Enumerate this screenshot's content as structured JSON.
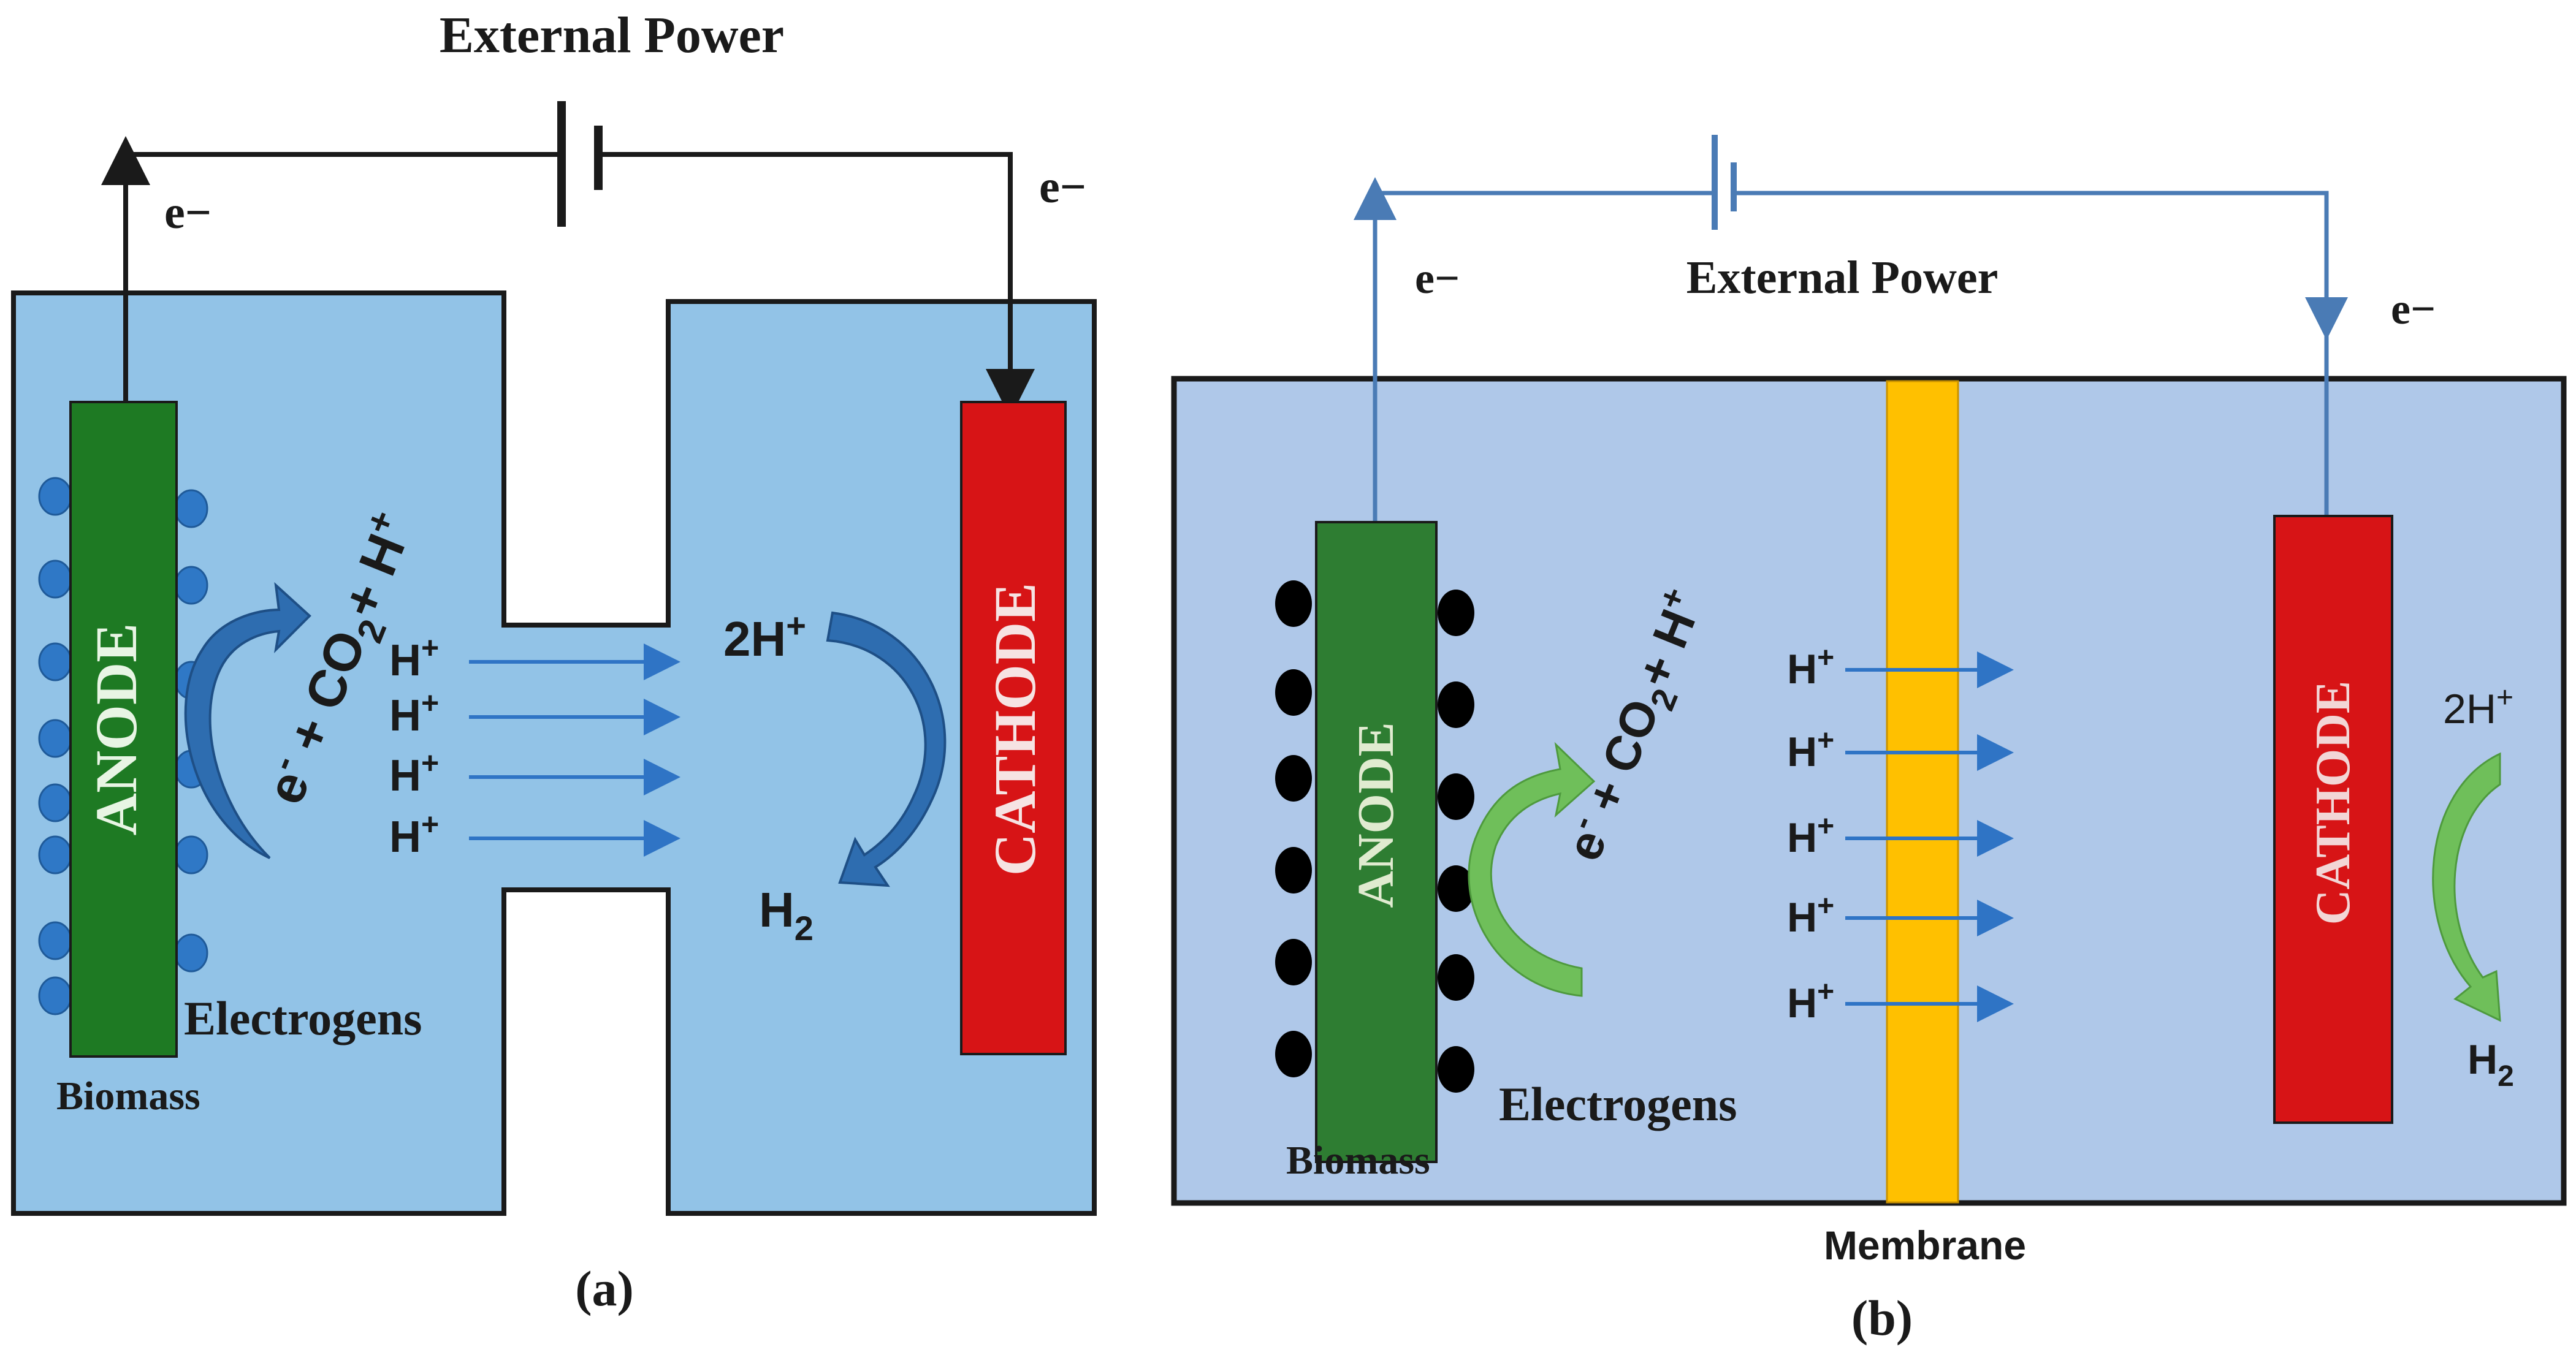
{
  "colors": {
    "vessel_a": "#92C3E7",
    "vessel_b": "#AFC8E9",
    "anode": "#1E7A23",
    "cathode": "#D71416",
    "membrane": "#FFC000",
    "wire_b": "#4A7BB5",
    "arrow_blue": "#2F74C5",
    "curve_blue": "#2E6DB0",
    "curve_green": "#5FB44A",
    "biomass_dot_a": "#2F78C6",
    "biomass_dot_b": "#000000",
    "outline": "#1A1A1A"
  },
  "panel_a": {
    "title": "External Power",
    "electron_left": "e−",
    "electron_right": "e−",
    "anode_label": "ANODE",
    "cathode_label": "CATHODE",
    "reaction": {
      "e": "e",
      "minus": "-",
      "plus1": " + CO",
      "sub2": "2",
      "plus2": "+ H",
      "sup": "+"
    },
    "protons": [
      "H",
      "H",
      "H",
      "H"
    ],
    "proton_sup": "+",
    "two_h": "2H",
    "two_h_sup": "+",
    "h2": "H",
    "h2_sub": "2",
    "electrogens": "Electrogens",
    "biomass": "Biomass",
    "caption": "(a)"
  },
  "panel_b": {
    "title": "External Power",
    "electron_left": "e−",
    "electron_right": "e−",
    "anode_label": "ANODE",
    "cathode_label": "CATHODE",
    "reaction": {
      "e": "e",
      "minus": "-",
      "plus1": " + CO",
      "sub2": "2",
      "plus2": "+ H",
      "sup": "+"
    },
    "protons": [
      "H",
      "H",
      "H",
      "H",
      "H"
    ],
    "proton_sup": "+",
    "two_h": "2H",
    "two_h_sup": "+",
    "h2": "H",
    "h2_sub": "2",
    "electrogens": "Electrogens",
    "biomass": "Biomass",
    "membrane": "Membrane",
    "caption": "(b)"
  }
}
